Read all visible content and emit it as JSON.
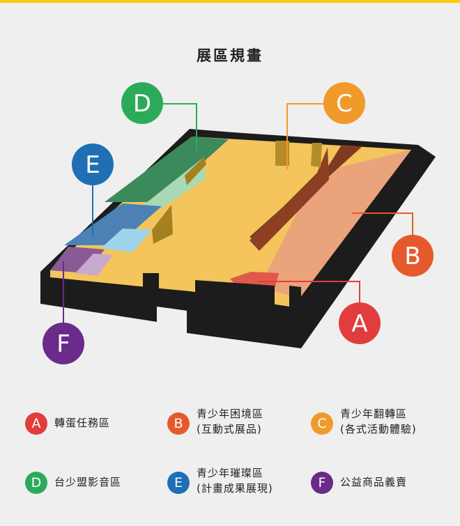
{
  "title": "展區規畫",
  "colors": {
    "A": "#e23d3d",
    "B": "#e55a2c",
    "C": "#f09a2c",
    "D": "#2bab5a",
    "E": "#1e6fb3",
    "F": "#6a2b8a",
    "floor": "#f4c55c",
    "wall": "#1c1c1c"
  },
  "zones": {
    "A": {
      "letter": "A"
    },
    "B": {
      "letter": "B"
    },
    "C": {
      "letter": "C"
    },
    "D": {
      "letter": "D"
    },
    "E": {
      "letter": "E"
    },
    "F": {
      "letter": "F"
    }
  },
  "legend": [
    {
      "letter": "A",
      "line1": "轉蛋任務區",
      "line2": ""
    },
    {
      "letter": "B",
      "line1": "青少年困境區",
      "line2": "(互動式展品)"
    },
    {
      "letter": "C",
      "line1": "青少年翻轉區",
      "line2": "(各式活動體驗)"
    },
    {
      "letter": "D",
      "line1": "台少盟影音區",
      "line2": ""
    },
    {
      "letter": "E",
      "line1": "青少年璀璨區",
      "line2": "(計畫成果展現)"
    },
    {
      "letter": "F",
      "line1": "公益商品義賣",
      "line2": ""
    }
  ]
}
